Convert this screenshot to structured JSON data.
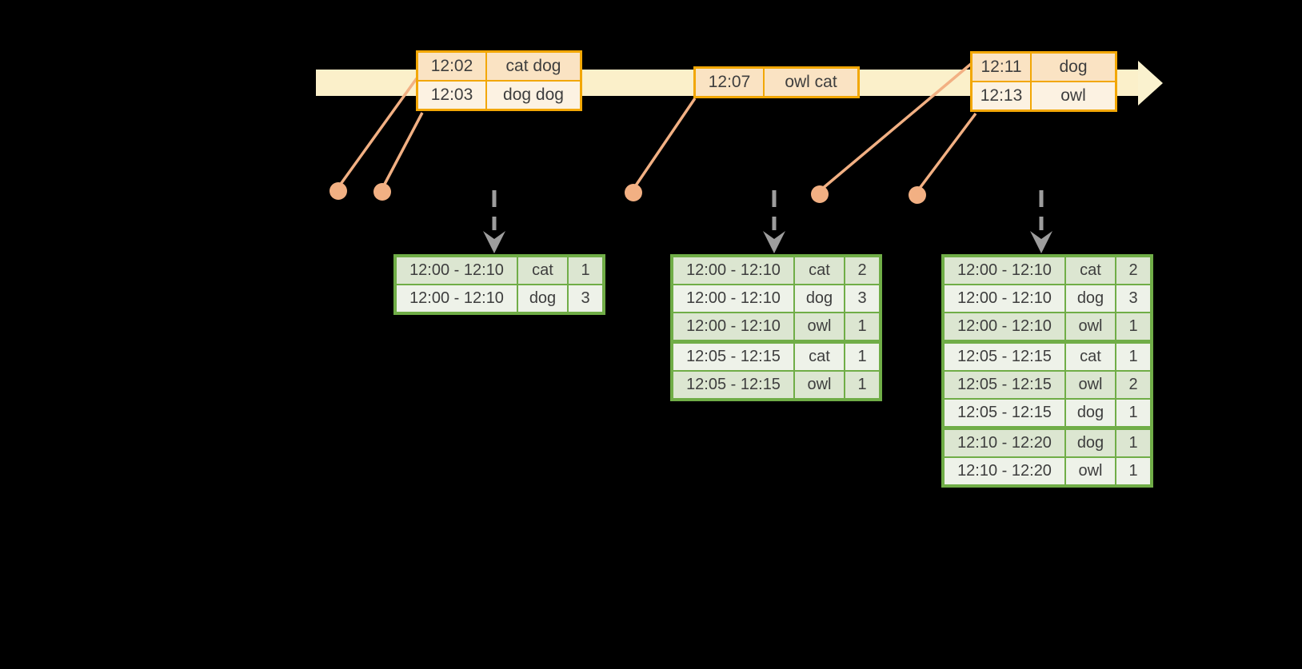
{
  "colors": {
    "gold": "#F2A705",
    "event_row_odd": "#FAE3C3",
    "event_row_even": "#FCF2E2",
    "timeline": "#FBF0CA",
    "timeline_head": "#FAF2CF",
    "salmon": "#F2B083",
    "gray": "#9D9D9D",
    "green": "#70AD47",
    "green_row_odd": "#DCE6D1",
    "green_row_even": "#EEF2E9",
    "text": "#3E3E3E",
    "background": "#000000"
  },
  "event_tables": [
    {
      "rows": [
        {
          "time": "12:02",
          "words": "cat dog"
        },
        {
          "time": "12:03",
          "words": "dog dog"
        }
      ]
    },
    {
      "rows": [
        {
          "time": "12:07",
          "words": "owl cat"
        }
      ]
    },
    {
      "rows": [
        {
          "time": "12:11",
          "words": "dog"
        },
        {
          "time": "12:13",
          "words": "owl"
        }
      ]
    }
  ],
  "result_tables": [
    {
      "rows": [
        {
          "window": "12:00 - 12:10",
          "word": "cat",
          "count": "1"
        },
        {
          "window": "12:00 - 12:10",
          "word": "dog",
          "count": "3"
        }
      ]
    },
    {
      "rows": [
        {
          "window": "12:00 - 12:10",
          "word": "cat",
          "count": "2"
        },
        {
          "window": "12:00 - 12:10",
          "word": "dog",
          "count": "3"
        },
        {
          "window": "12:00 - 12:10",
          "word": "owl",
          "count": "1"
        },
        {
          "window": "12:05 - 12:15",
          "word": "cat",
          "count": "1"
        },
        {
          "window": "12:05 - 12:15",
          "word": "owl",
          "count": "1"
        }
      ]
    },
    {
      "rows": [
        {
          "window": "12:00 - 12:10",
          "word": "cat",
          "count": "2"
        },
        {
          "window": "12:00 - 12:10",
          "word": "dog",
          "count": "3"
        },
        {
          "window": "12:00 - 12:10",
          "word": "owl",
          "count": "1"
        },
        {
          "window": "12:05 - 12:15",
          "word": "cat",
          "count": "1"
        },
        {
          "window": "12:05 - 12:15",
          "word": "owl",
          "count": "2"
        },
        {
          "window": "12:05 - 12:15",
          "word": "dog",
          "count": "1"
        },
        {
          "window": "12:10 - 12:20",
          "word": "dog",
          "count": "1"
        },
        {
          "window": "12:10 - 12:20",
          "word": "owl",
          "count": "1"
        }
      ]
    }
  ]
}
